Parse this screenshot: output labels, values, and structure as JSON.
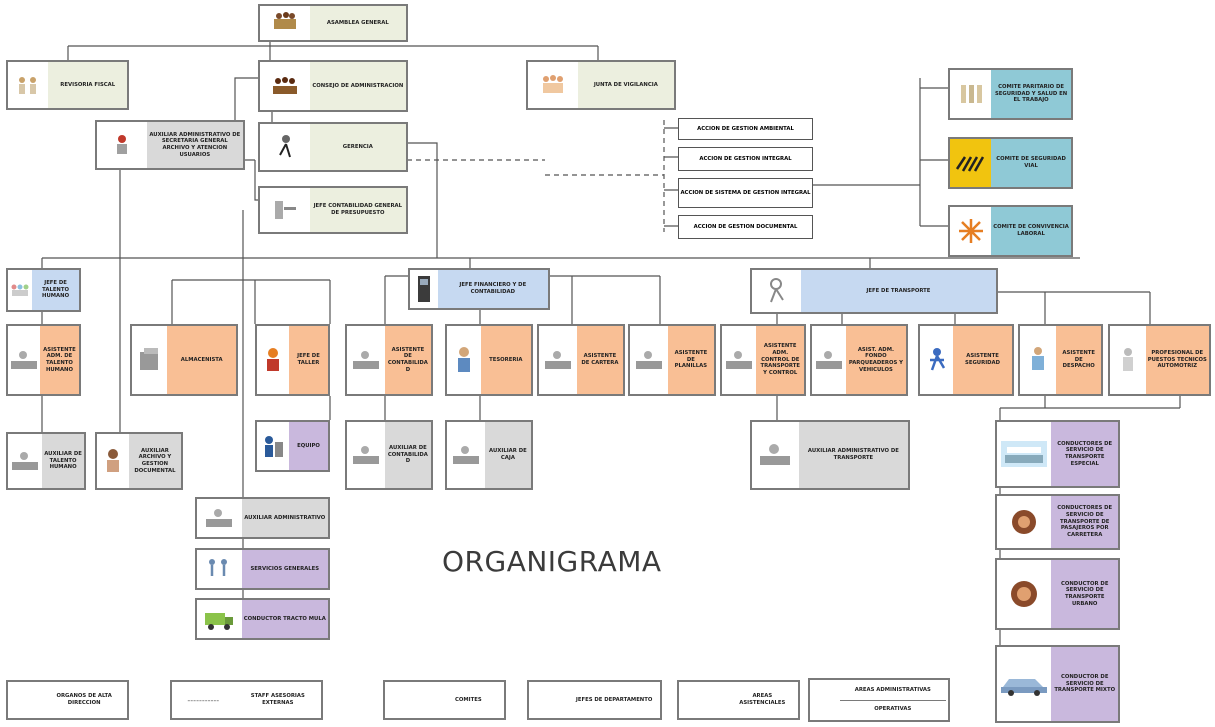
{
  "title": "ORGANIGRAMA",
  "colors": {
    "board": "#ecefdf",
    "committee": "#8fc9d6",
    "manager": "#c6d9f1",
    "support": "#f9bf95",
    "admin": "#d9d9d9",
    "ops": "#c9b8dd",
    "line": "#555555"
  },
  "nodes": {
    "n_asamblea": {
      "label": "ASAMBLEA GENERAL",
      "icon": "meeting-icon"
    },
    "n_revisoria": {
      "label": "REVISORIA FISCAL",
      "icon": "people-icon"
    },
    "n_consejo": {
      "label": "CONSEJO DE ADMINISTRACION",
      "icon": "meeting-icon"
    },
    "n_junta": {
      "label": "JUNTA DE VIGILANCIA",
      "icon": "people-icon"
    },
    "n_aux_sec": {
      "label": "AUXILIAR ADMINISTRATIVO DE SECRETARIA GENERAL ARCHIVO Y ATENCION USUARIOS",
      "icon": "worker-icon"
    },
    "n_gerencia": {
      "label": "GERENCIA",
      "icon": "manager-icon"
    },
    "n_jefe_contab": {
      "label": "JEFE CONTABILIDAD GENERAL DE PRESUPUESTO",
      "icon": "desk-icon"
    },
    "n_accion1": {
      "label": "ACCION DE GESTION AMBIENTAL",
      "icon": ""
    },
    "n_accion2": {
      "label": "ACCION DE GESTION INTEGRAL",
      "icon": ""
    },
    "n_accion3": {
      "label": "ACCION DE SISTEMA DE GESTION INTEGRAL",
      "icon": ""
    },
    "n_accion4": {
      "label": "ACCION DE GESTION DOCUMENTAL",
      "icon": ""
    },
    "n_comite_seg": {
      "label": "COMITE PARITARIO DE SEGURIDAD Y SALUD EN EL TRABAJO",
      "icon": "people-icon"
    },
    "n_comite_vial": {
      "label": "COMITE DE SEGURIDAD VIAL",
      "icon": "road-icon"
    },
    "n_comite_conv": {
      "label": "COMITE DE CONVIVENCIA LABORAL",
      "icon": "star-icon"
    },
    "n_jefe_th": {
      "label": "JEFE DE TALENTO HUMANO",
      "icon": "people-icon"
    },
    "n_jefe_fin": {
      "label": "JEFE FINANCIERO Y DE CONTABILIDAD",
      "icon": "computer-icon"
    },
    "n_jefe_trans": {
      "label": "JEFE DE TRANSPORTE",
      "icon": "runner-icon"
    },
    "n_asist_th": {
      "label": "ASISTENTE ADM. DE TALENTO HUMANO",
      "icon": "desk-icon"
    },
    "n_almacenista": {
      "label": "ALMACENISTA",
      "icon": "box-icon"
    },
    "n_jefe_taller": {
      "label": "JEFE DE TALLER",
      "icon": "mechanic-icon"
    },
    "n_asist_contab": {
      "label": "ASISTENTE DE CONTABILIDAD",
      "icon": "desk-icon"
    },
    "n_tesoreria": {
      "label": "TESORERIA",
      "icon": "person-icon"
    },
    "n_asist_cartera": {
      "label": "ASISTENTE DE CARTERA",
      "icon": "desk-icon"
    },
    "n_asist_planillas": {
      "label": "ASISTENTE DE PLANILLAS",
      "icon": "desk-icon"
    },
    "n_asist_adm_trans": {
      "label": "ASISTENTE ADM. CONTROL DE TRANSPORTE Y CONTROL",
      "icon": "desk-icon"
    },
    "n_asist_adm_fondo": {
      "label": "ASIST. ADM. FONDO PARQUEADEROS Y VEHICULOS",
      "icon": "desk-icon"
    },
    "n_asist_seg": {
      "label": "ASISTENTE SEGURIDAD",
      "icon": "runner-icon"
    },
    "n_asist_desp": {
      "label": "ASISTENTE DE DESPACHO",
      "icon": "person-icon"
    },
    "n_prof_sst": {
      "label": "PROFESIONAL DE PUESTOS TECNICOS AUTOMOTRIZ",
      "icon": "worker-icon"
    },
    "n_aux_th": {
      "label": "AUXILIAR DE TALENTO HUMANO",
      "icon": "desk-icon"
    },
    "n_aux_archivo": {
      "label": "AUXILIAR ARCHIVO Y GESTION DOCUMENTAL",
      "icon": "person-icon"
    },
    "n_equipo": {
      "label": "EQUIPO",
      "icon": "mechanic-icon"
    },
    "n_aux_contab": {
      "label": "AUXILIAR DE CONTABILIDAD",
      "icon": "desk-icon"
    },
    "n_aux_caja": {
      "label": "AUXILIAR DE CAJA",
      "icon": "desk-icon"
    },
    "n_aux_adm_trans": {
      "label": "AUXILIAR ADMINISTRATIVO DE TRANSPORTE",
      "icon": "desk-icon"
    },
    "n_aux_adm": {
      "label": "AUXILIAR ADMINISTRATIVO",
      "icon": "desk-icon"
    },
    "n_servicios": {
      "label": "SERVICIOS GENERALES",
      "icon": "figures-icon"
    },
    "n_cond_moto": {
      "label": "CONDUCTOR TRACTO MULA",
      "icon": "truck-icon"
    },
    "n_cond_esp": {
      "label": "CONDUCTORES DE SERVICIO DE TRANSPORTE ESPECIAL",
      "icon": "bus-icon"
    },
    "n_cond_pas": {
      "label": "CONDUCTORES DE SERVICIO DE TRANSPORTE DE PASAJEROS POR CARRETERA",
      "icon": "driver-icon"
    },
    "n_cond_urb": {
      "label": "CONDUCTOR DE SERVICIO DE TRANSPORTE URBANO",
      "icon": "driver-icon"
    },
    "n_cond_mixto": {
      "label": "CONDUCTOR DE SERVICIO DE TRANSPORTE MIXTO",
      "icon": "car-icon"
    }
  },
  "legend": {
    "board": "ORGANOS DE ALTA DIRECCION",
    "staff": "STAFF ASESORIAS EXTERNAS",
    "staff_line": "-----------",
    "committees": "COMITES",
    "managers": "JEFES DE DEPARTAMENTO",
    "support": "AREAS ASISTENCIALES",
    "admin": "AREAS ADMINISTRATIVAS",
    "ops": "OPERATIVAS"
  }
}
